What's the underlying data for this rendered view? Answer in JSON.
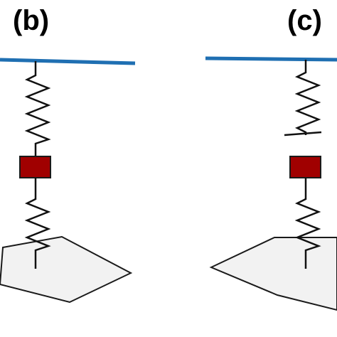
{
  "figure": {
    "panels": [
      {
        "label": "(b)",
        "description_elements": [
          "support-bar",
          "upper-spring",
          "mass",
          "lower-spring",
          "ground-plate"
        ]
      },
      {
        "label": "(c)",
        "description_elements": [
          "support-bar",
          "upper-spring-broken",
          "mass",
          "lower-spring",
          "ground-plate"
        ]
      }
    ]
  },
  "colors": {
    "support_bar": "#1f6fb2",
    "mass": "#a00000",
    "mass_stroke": "#1a1a1a",
    "spring": "#111111",
    "plate_fill": "#f2f2f2",
    "plate_stroke": "#1a1a1a"
  }
}
